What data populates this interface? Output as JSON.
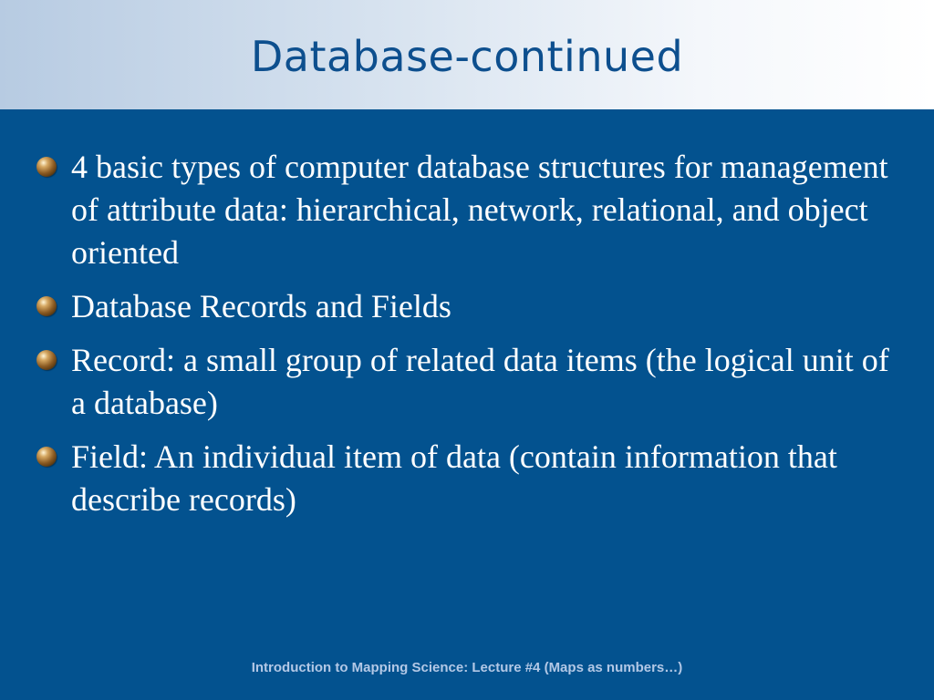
{
  "slide": {
    "title": "Database-continued",
    "bullets": [
      "4 basic types of computer database structures for management of attribute data: hierarchical, network, relational, and object oriented",
      "Database Records and Fields",
      "Record:  a small group of related data items (the logical unit of a database)",
      "Field:  An individual item of data (contain information that describe records)"
    ],
    "bullet_icon": "bronze-ball-bullet-icon",
    "footer": "Introduction to Mapping Science: Lecture #4 (Maps as numbers…)"
  },
  "colors": {
    "background": "#03528f",
    "title": "#0d4f8e",
    "footer": "#b3c8e6"
  }
}
